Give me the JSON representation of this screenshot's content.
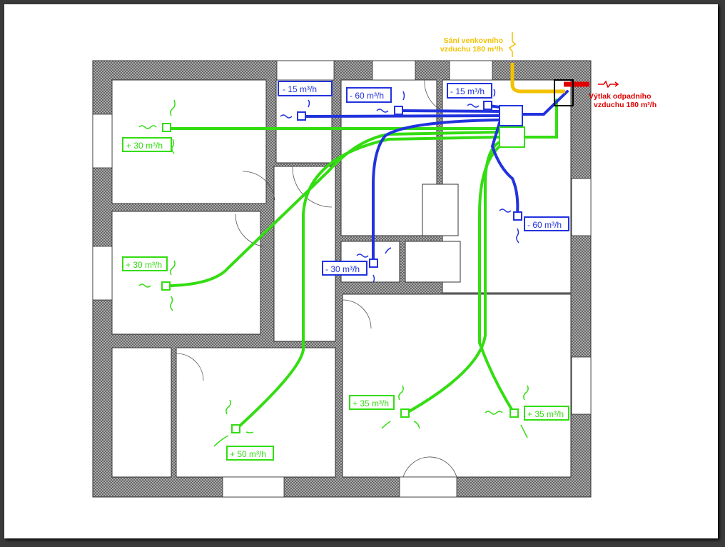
{
  "intake": {
    "line1": "Sání venkovního",
    "line2": "vzduchu 180 m³/h",
    "color": "#f2c200"
  },
  "exhaust": {
    "line1": "Výtlak odpadního",
    "line2": "vzduchu 180 m³/h",
    "color": "#e00000"
  },
  "colors": {
    "supply": "#33dd11",
    "extract": "#2233dd"
  },
  "extract_labels": [
    "- 15 m³/h",
    "- 60 m³/h",
    "- 15 m³/h",
    "- 60 m³/h",
    "- 30 m³/h"
  ],
  "supply_labels": [
    "+ 30 m³/h",
    "+ 30 m³/h",
    "+ 50 m³/h",
    "+ 35 m³/h",
    "+ 35 m³/h"
  ]
}
